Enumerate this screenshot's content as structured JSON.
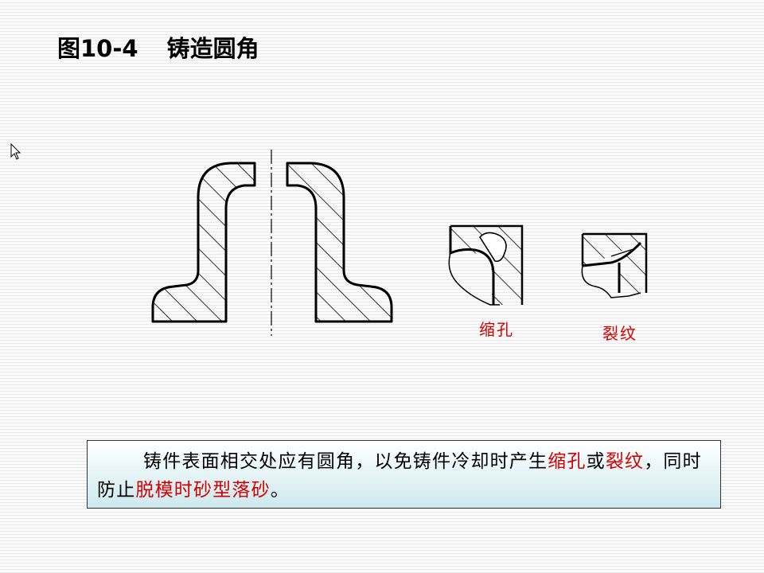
{
  "slide": {
    "title_number": "图10-4",
    "title_text": "铸造圆角"
  },
  "labels": {
    "shrink_hole": "缩孔",
    "crack": "裂纹"
  },
  "note": {
    "part1": "铸件表面相交处应有圆角，以免铸件冷却时产生",
    "part2": "缩孔",
    "part3": "或",
    "part4": "裂纹",
    "part5": "，同时防止",
    "part6": "脱模时砂型落砂",
    "part7": "。"
  },
  "colors": {
    "accent_red": "#d40000",
    "note_gradient_bottom": "#cde9ee"
  },
  "icons": {
    "cursor": "mouse-pointer-icon"
  }
}
